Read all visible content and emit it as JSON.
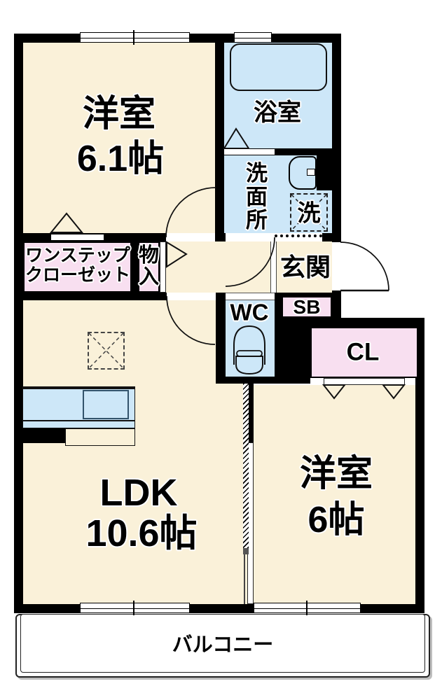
{
  "floorplan": {
    "labels": {
      "bedroom1_name": "洋室",
      "bedroom1_size": "6.1帖",
      "bath": "浴室",
      "washroom": "洗面所",
      "washing_machine": "洗",
      "one_step_closet": "ワンステップクローゼット",
      "storage": "物入",
      "entrance": "玄関",
      "shoe_box": "SB",
      "toilet": "WC",
      "closet": "CL",
      "ldk_name": "LDK",
      "ldk_size": "10.6帖",
      "bedroom2_name": "洋室",
      "bedroom2_size": "6帖",
      "balcony": "バルコニー"
    },
    "colors": {
      "wall": "#000000",
      "room_floor": "#faf1d9",
      "wet_area_floor": "#cde7f8",
      "storage_floor": "#f8dff0",
      "background": "#ffffff"
    }
  }
}
